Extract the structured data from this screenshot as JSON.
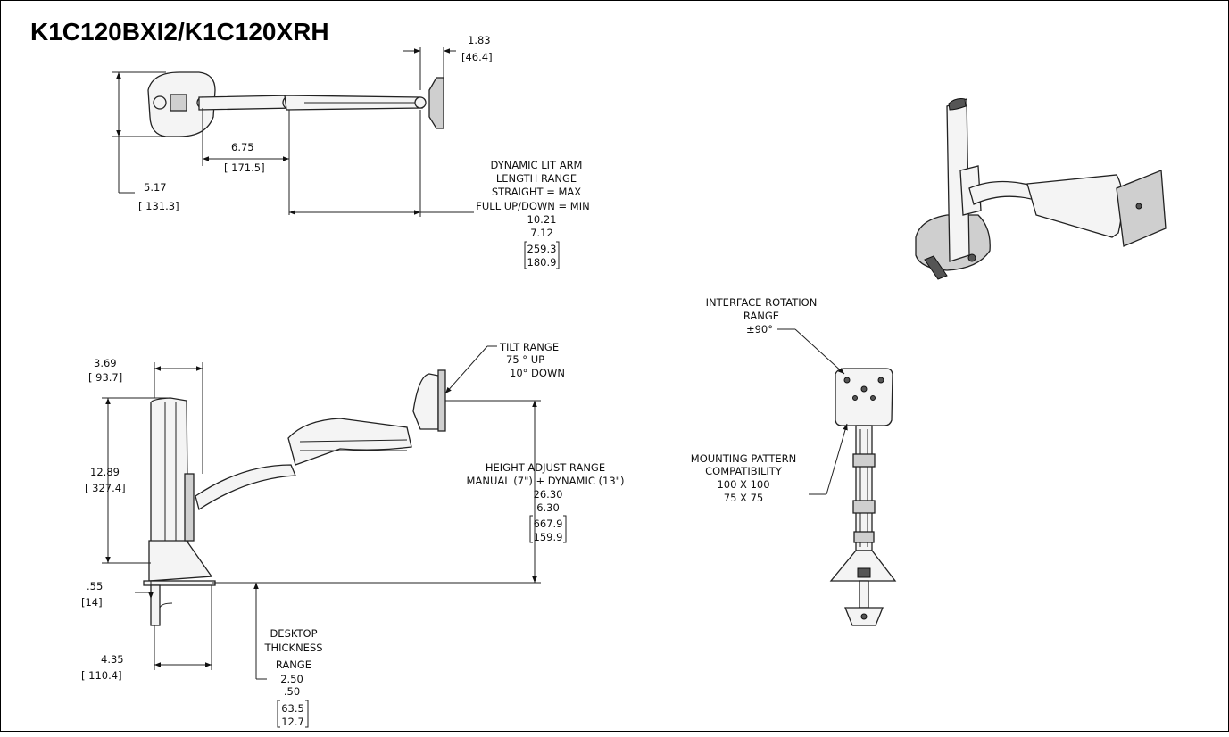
{
  "title": "K1C120BXI2/K1C120XRH",
  "top_view": {
    "depth_in": "1.83",
    "depth_mm": "[46.4]",
    "arm_in": "6.75",
    "arm_mm": "[ 171.5]",
    "base_in": "5.17",
    "base_mm": "[ 131.3]",
    "dynamic_title": [
      "DYNAMIC LIT ARM",
      "LENGTH RANGE",
      "STRAIGHT = MAX",
      "FULL UP/DOWN = MIN"
    ],
    "dynamic_in": [
      "10.21",
      "7.12"
    ],
    "dynamic_mm": [
      "259.3",
      "180.9"
    ]
  },
  "side_view": {
    "column_depth_in": "3.69",
    "column_depth_mm": "[ 93.7]",
    "height_in": "12.89",
    "height_mm": "[ 327.4]",
    "tilt_title": "TILT RANGE",
    "tilt_up": "75 ° UP",
    "tilt_down": "10° DOWN",
    "height_range_title": [
      "HEIGHT ADJUST RANGE",
      "MANUAL (7\") + DYNAMIC (13\")"
    ],
    "height_range_in": [
      "26.30",
      "6.30"
    ],
    "height_range_mm": [
      "667.9",
      "159.9"
    ],
    "clamp_gap_in": ".55",
    "clamp_gap_mm": "[14]",
    "clamp_depth_in": "4.35",
    "clamp_depth_mm": "[ 110.4]",
    "desktop_title": [
      "DESKTOP",
      "THICKNESS",
      "RANGE"
    ],
    "desktop_in": [
      "2.50",
      ".50"
    ],
    "desktop_mm": [
      "63.5",
      "12.7"
    ]
  },
  "front_view": {
    "rotation_title": [
      "INTERFACE ROTATION",
      "RANGE"
    ],
    "rotation_value": "±90°",
    "mounting_title": [
      "MOUNTING PATTERN",
      "COMPATIBILITY"
    ],
    "mounting_values": [
      "100 X 100",
      "75 X 75"
    ]
  }
}
